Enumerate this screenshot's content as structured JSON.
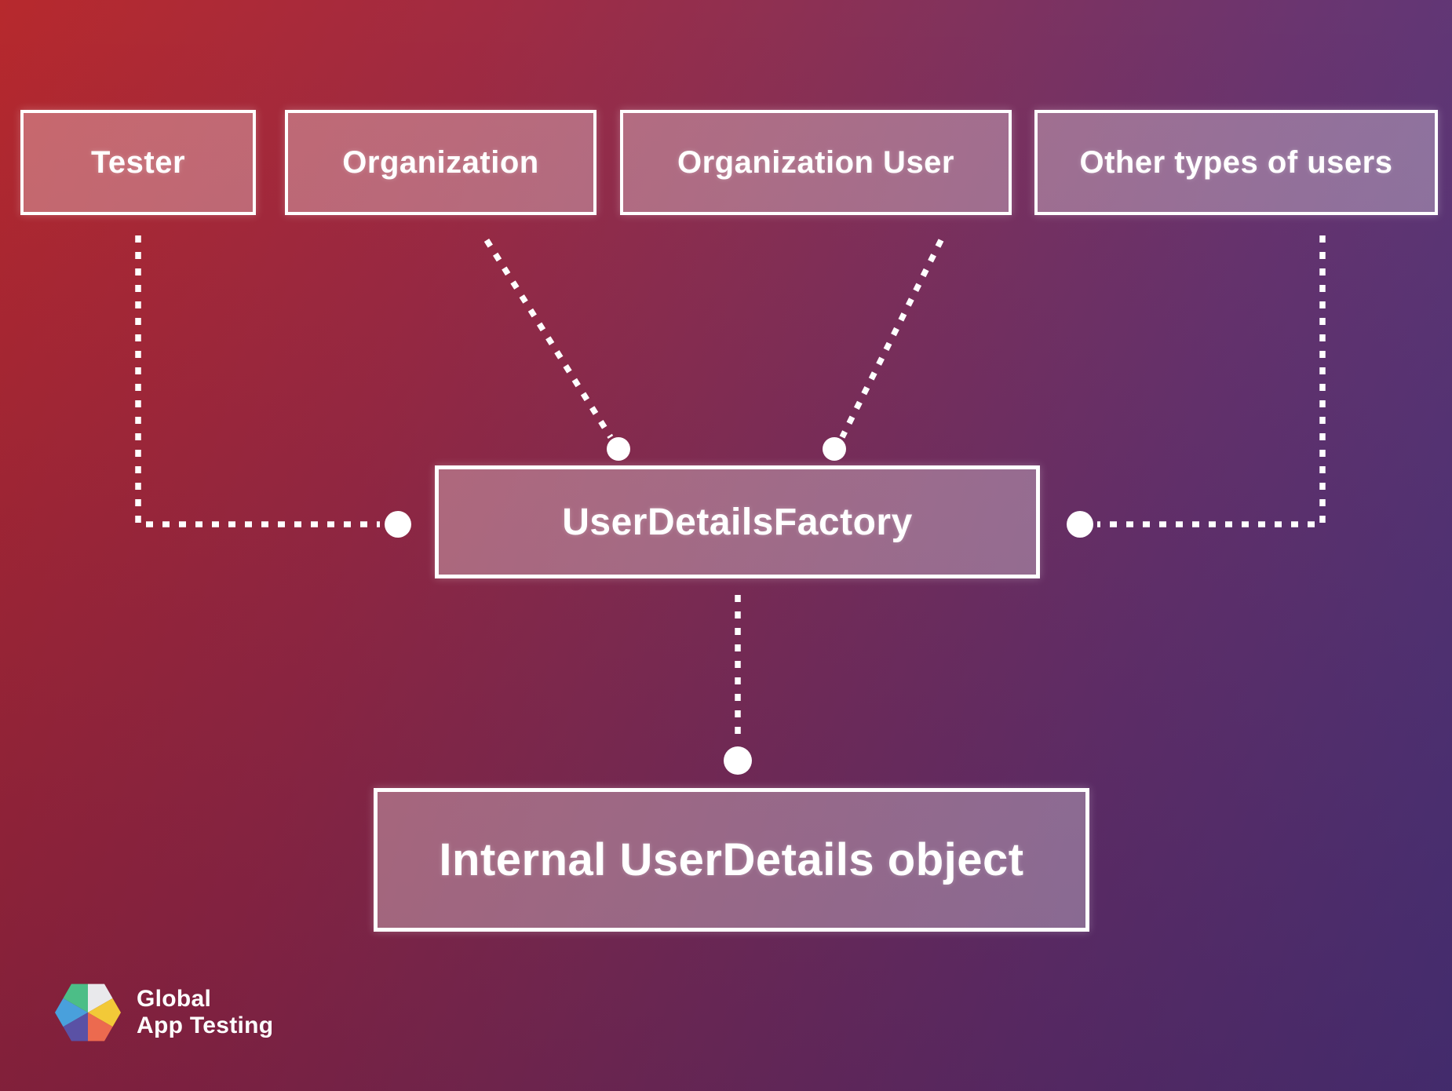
{
  "background": {
    "gradient_start": "#b7292d",
    "gradient_end": "#503a80"
  },
  "nodes": {
    "tester": {
      "label": "Tester"
    },
    "organization": {
      "label": "Organization"
    },
    "organization_user": {
      "label": "Organization User"
    },
    "other_users": {
      "label": "Other types of users"
    },
    "factory": {
      "label": "UserDetailsFactory"
    },
    "internal": {
      "label": "Internal UserDetails object"
    }
  },
  "connectors": {
    "color": "#ffffff",
    "style": "dotted"
  },
  "logo": {
    "line1": "Global",
    "line2": "App Testing",
    "face_colors": {
      "top_left": "#4cbe87",
      "top_right": "#e9e9ec",
      "left": "#49a0dc",
      "right": "#f2c938",
      "bottom_left": "#5a51a5",
      "bottom_right": "#ec6a4f"
    }
  }
}
